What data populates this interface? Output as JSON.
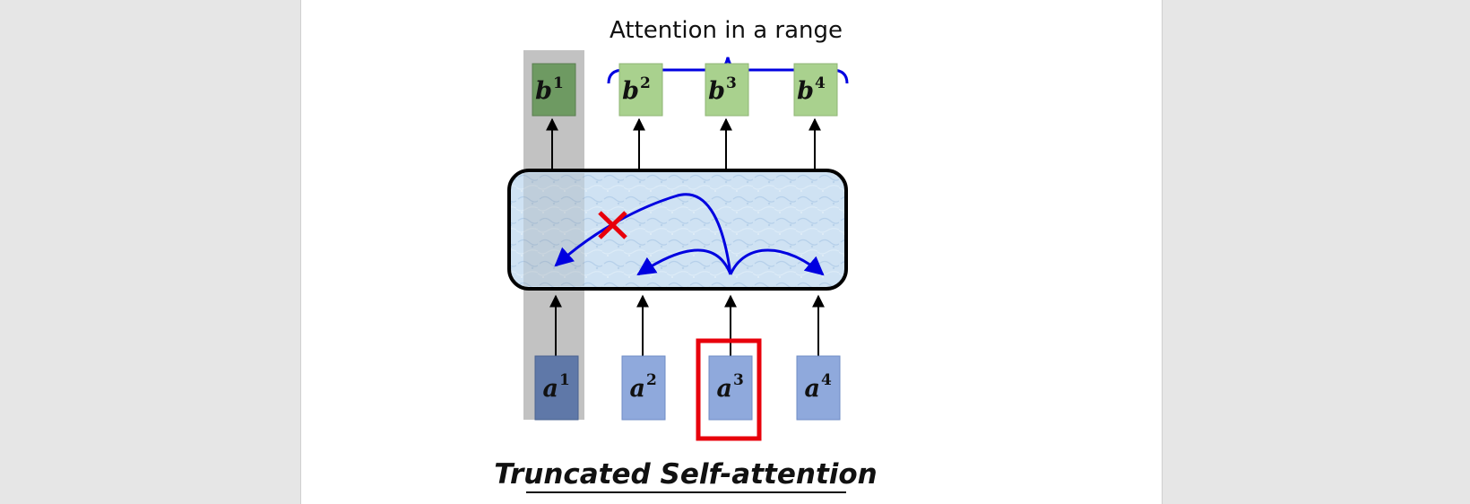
{
  "diagram": {
    "range_label": "Attention in a range",
    "caption": "Truncated Self-attention",
    "outputs": [
      {
        "letter": "b",
        "index": "1"
      },
      {
        "letter": "b",
        "index": "2"
      },
      {
        "letter": "b",
        "index": "3"
      },
      {
        "letter": "b",
        "index": "4"
      }
    ],
    "inputs": [
      {
        "letter": "a",
        "index": "1"
      },
      {
        "letter": "a",
        "index": "2"
      },
      {
        "letter": "a",
        "index": "3"
      },
      {
        "letter": "a",
        "index": "4"
      }
    ],
    "highlighted_input": "3",
    "masked_position": "1",
    "colors": {
      "output_box": "#a9d18e",
      "output_box_masked": "#6e9a62",
      "input_box": "#8fa9dc",
      "input_box_masked": "#5f78a8",
      "attention_arrow": "#0000e0",
      "cross_mark": "#e8000b",
      "highlight_frame": "#e8000b",
      "mask_column": "#9a9a9a",
      "layer_fill": "#c9dff2"
    }
  }
}
